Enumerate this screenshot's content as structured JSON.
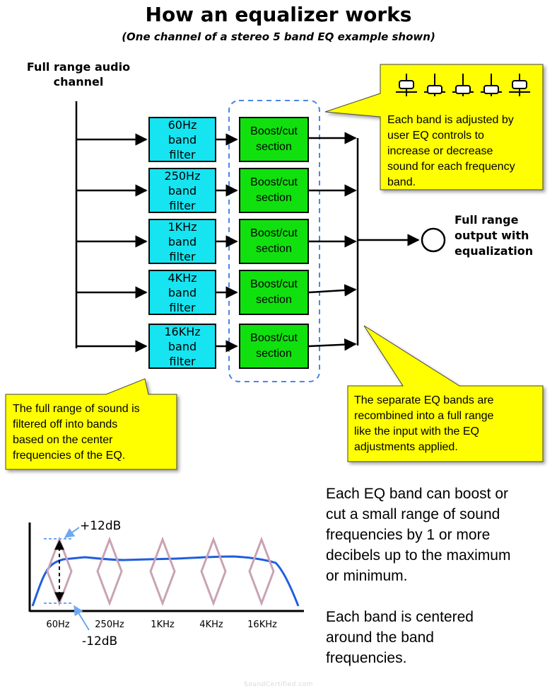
{
  "title": "How an equalizer works",
  "subtitle": "(One channel of a stereo 5 band EQ example shown)",
  "input_label": "Full range audio\nchannel",
  "output_label": "Full range\noutput with\nequalization",
  "filters": [
    {
      "label": "60Hz\nband\nfilter"
    },
    {
      "label": "250Hz\nband\nfilter"
    },
    {
      "label": "1KHz\nband\nfilter"
    },
    {
      "label": "4KHz\nband\nfilter"
    },
    {
      "label": "16KHz\nband\nfilter"
    }
  ],
  "boost_label": "Boost/cut\nsection",
  "callouts": {
    "eq_controls": "Each band is adjusted by\nuser EQ controls to\nincrease or decrease\nsound for each frequency\nband.",
    "filtered": "The full range of sound is\nfiltered off into bands\nbased on the center\nfrequencies of the EQ.",
    "recombined": "The separate EQ bands are\nrecombined into a full range\nlike the input with the EQ\nadjustments applied."
  },
  "explanation": {
    "para1": "Each EQ band can boost or\ncut a small range of sound\nfrequencies by 1 or more\ndecibels up to the maximum\nor minimum.",
    "para2": "Each band is centered\naround the band\nfrequencies."
  },
  "graph": {
    "ticks": [
      "60Hz",
      "250Hz",
      "1KHz",
      "4KHz",
      "16KHz"
    ],
    "plus_label": "+12dB",
    "minus_label": "-12dB"
  },
  "colors": {
    "filter_fill": "#16e4f0",
    "boost_fill": "#11e00f",
    "callout_fill": "#ffff00",
    "curve": "#1f5ee0",
    "band_shape": "#c9a3b4",
    "dashed_group": "#4a86e8"
  },
  "watermark": "SoundCertified.com"
}
